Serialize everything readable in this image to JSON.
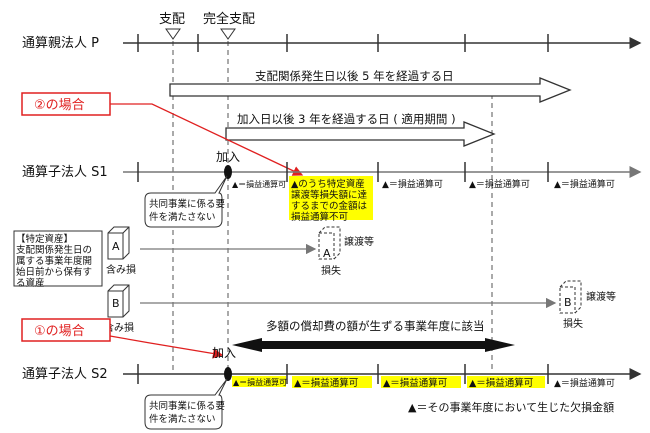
{
  "header": {
    "control": "支配",
    "full_control": "完全支配"
  },
  "rows": {
    "parent": "通算親法人 P",
    "sub1": "通算子法人 S1",
    "sub2": "通算子法人 S2"
  },
  "arrows": {
    "five_year": "支配関係発生日以後 5 年を経過する日",
    "three_year": "加入日以後 3 年を経過する日 ( 適用期間 )",
    "loss_years": "多額の償却費の額が生ずる事業年度に該当"
  },
  "cases": {
    "case2": "②の場合",
    "case1": "①の場合"
  },
  "join_label": "加入",
  "joint_business": [
    "共同事業に係る要",
    "件を満たさない"
  ],
  "s1_labels": {
    "first": "▲＝損益通算可",
    "highlight": [
      "▲のうち特定資産",
      "譲渡等損失額に達",
      "するまでの金額は",
      "損益通算不可"
    ],
    "rest": "▲＝損益通算可"
  },
  "s2_labels": {
    "highlighted": "▲＝損益通算可",
    "last": "▲＝損益通算可"
  },
  "specific_assets": {
    "lines": [
      "【特定資産】",
      "支配関係発生日の",
      "属する事業年度開",
      "始日前から保有す",
      "る資産"
    ],
    "asset_a": "A",
    "asset_b": "B",
    "unrealized_loss": "含み損",
    "transfer": "譲渡等",
    "loss": "損失"
  },
  "footnote": "▲＝その事業年度において生じた欠損金額",
  "colors": {
    "highlight": "#ffff00",
    "callout": "#e02020",
    "line": "#333333"
  }
}
